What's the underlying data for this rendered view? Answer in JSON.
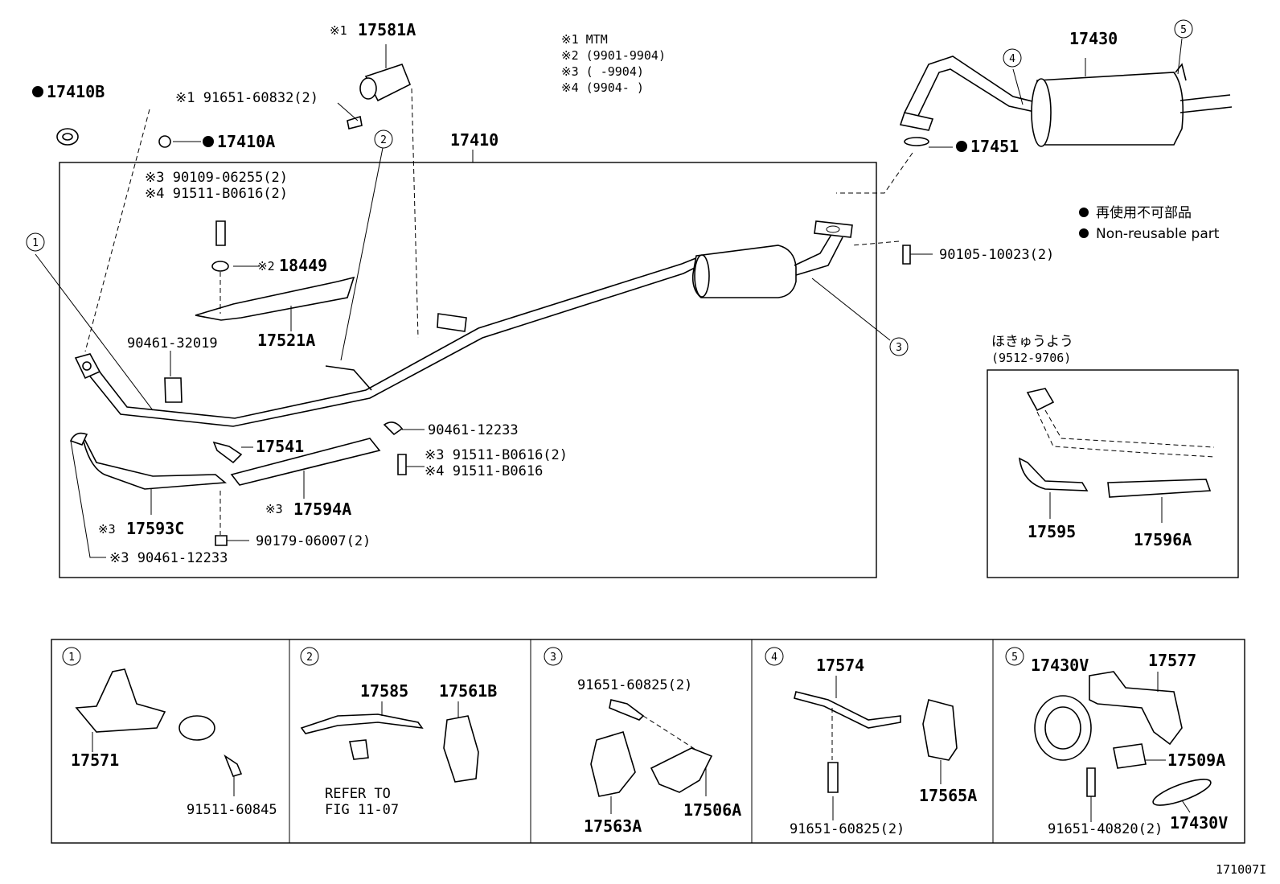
{
  "legend_notes": {
    "n1": "※1  MTM",
    "n2": "※2  (9901-9904)",
    "n3": "※3  (     -9904)",
    "n4": "※4  (9904-     )"
  },
  "non_reusable": {
    "jp": "再使用不可部品",
    "en": "Non-reusable part"
  },
  "main_labels": {
    "p17581A": "17581A",
    "p17581A_mark": "※1",
    "p17410B": "17410B",
    "p17410A": "17410A",
    "bolt_91651_60832": "※1 91651-60832(2)",
    "p17410": "17410",
    "p17430": "17430",
    "p17451": "17451",
    "n90109": "※3 90109-06255(2)",
    "n91511a": "※4 91511-B0616(2)",
    "p18449": "18449",
    "p18449_mark": "※2",
    "p17521A": "17521A",
    "p90461_32019": "90461-32019",
    "p90105": "90105-10023(2)",
    "p17541": "17541",
    "p90461_12233": "90461-12233",
    "n91511b": "※3 91511-B0616(2)",
    "n91511c": "※4 91511-B0616",
    "p17594A": "17594A",
    "p17594A_mark": "※3",
    "p17593C": "17593C",
    "p17593C_mark": "※3",
    "p90179": "90179-06007(2)",
    "n90461_bottom": "※3 90461-12233"
  },
  "callouts": [
    "1",
    "2",
    "3",
    "4",
    "5"
  ],
  "service_box": {
    "title_jp": "ほきゅうよう",
    "range": "(9512-9706)",
    "p17595": "17595",
    "p17596A": "17596A"
  },
  "panels": {
    "panel1": {
      "num": "1",
      "p17571": "17571",
      "p91511": "91511-60845"
    },
    "panel2": {
      "num": "2",
      "p17585": "17585",
      "p17561B": "17561B",
      "refer1": "REFER TO",
      "refer2": "FIG 11-07"
    },
    "panel3": {
      "num": "3",
      "p91651": "91651-60825(2)",
      "p17563A": "17563A",
      "p17506A": "17506A"
    },
    "panel4": {
      "num": "4",
      "p17574": "17574",
      "p17565A": "17565A",
      "p91651": "91651-60825(2)"
    },
    "panel5": {
      "num": "5",
      "p17430V_a": "17430V",
      "p17577": "17577",
      "p17509A": "17509A",
      "p91651": "91651-40820(2)",
      "p17430V_b": "17430V"
    }
  },
  "figure_code": "171007I"
}
